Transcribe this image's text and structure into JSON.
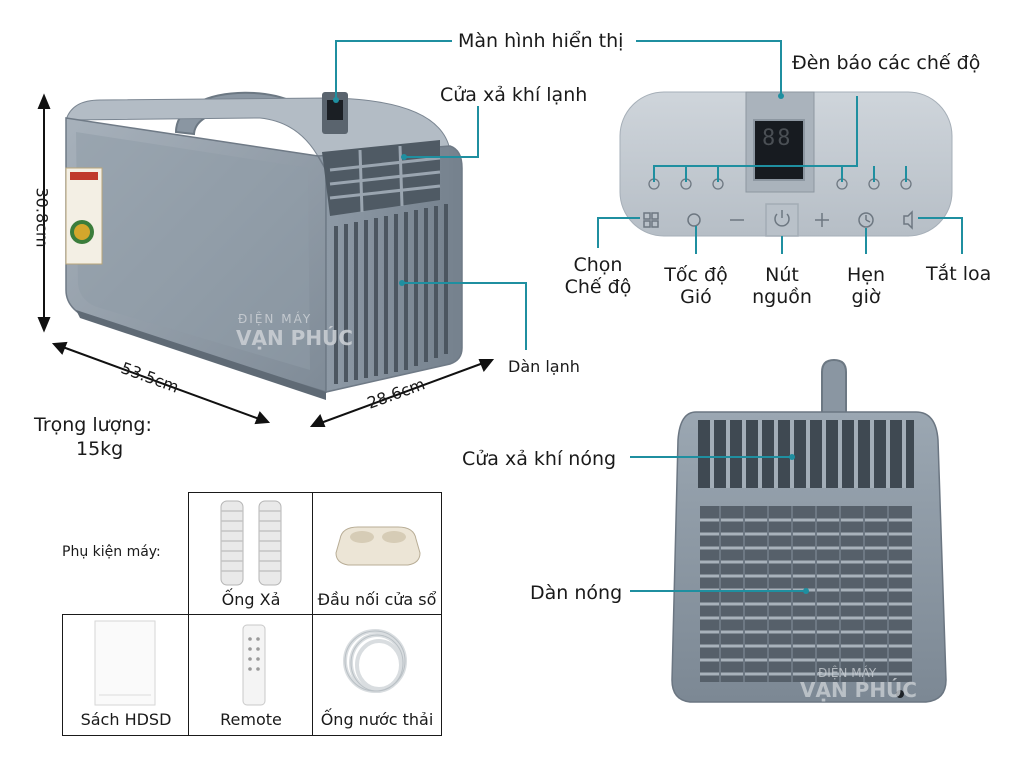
{
  "callouts": {
    "display_screen": "Màn hình hiển thị",
    "cold_vent": "Cửa xả khí lạnh",
    "mode_lights": "Đèn báo các chế độ",
    "evaporator": "Dàn lạnh",
    "hot_vent": "Cửa xả khí nóng",
    "condenser": "Dàn nóng"
  },
  "control_panel": {
    "display_digits": "88",
    "buttons": {
      "mode": "Chọn Chế độ",
      "fan_speed": "Tốc độ Gió",
      "power": "Nút nguồn",
      "timer": "Hẹn giờ",
      "mute": "Tắt loa"
    }
  },
  "dimensions": {
    "height": "30.8cm",
    "length": "53.5cm",
    "width": "28.6cm"
  },
  "weight": {
    "label": "Trọng lượng:",
    "value": "15kg"
  },
  "accessories": {
    "title": "Phụ kiện máy:",
    "items": [
      "Ống Xả",
      "Đầu nối cửa sổ",
      "Sách HDSD",
      "Remote",
      "Ống nước thải"
    ]
  },
  "watermark": {
    "line1": "ĐIỆN MÁY",
    "line2": "VẠN PHÚC"
  },
  "colors": {
    "unit_body": "#8e9aa6",
    "unit_dark": "#6b7682",
    "callout_line": "#1f8fa0",
    "panel_bg": "#c4cbd2"
  }
}
